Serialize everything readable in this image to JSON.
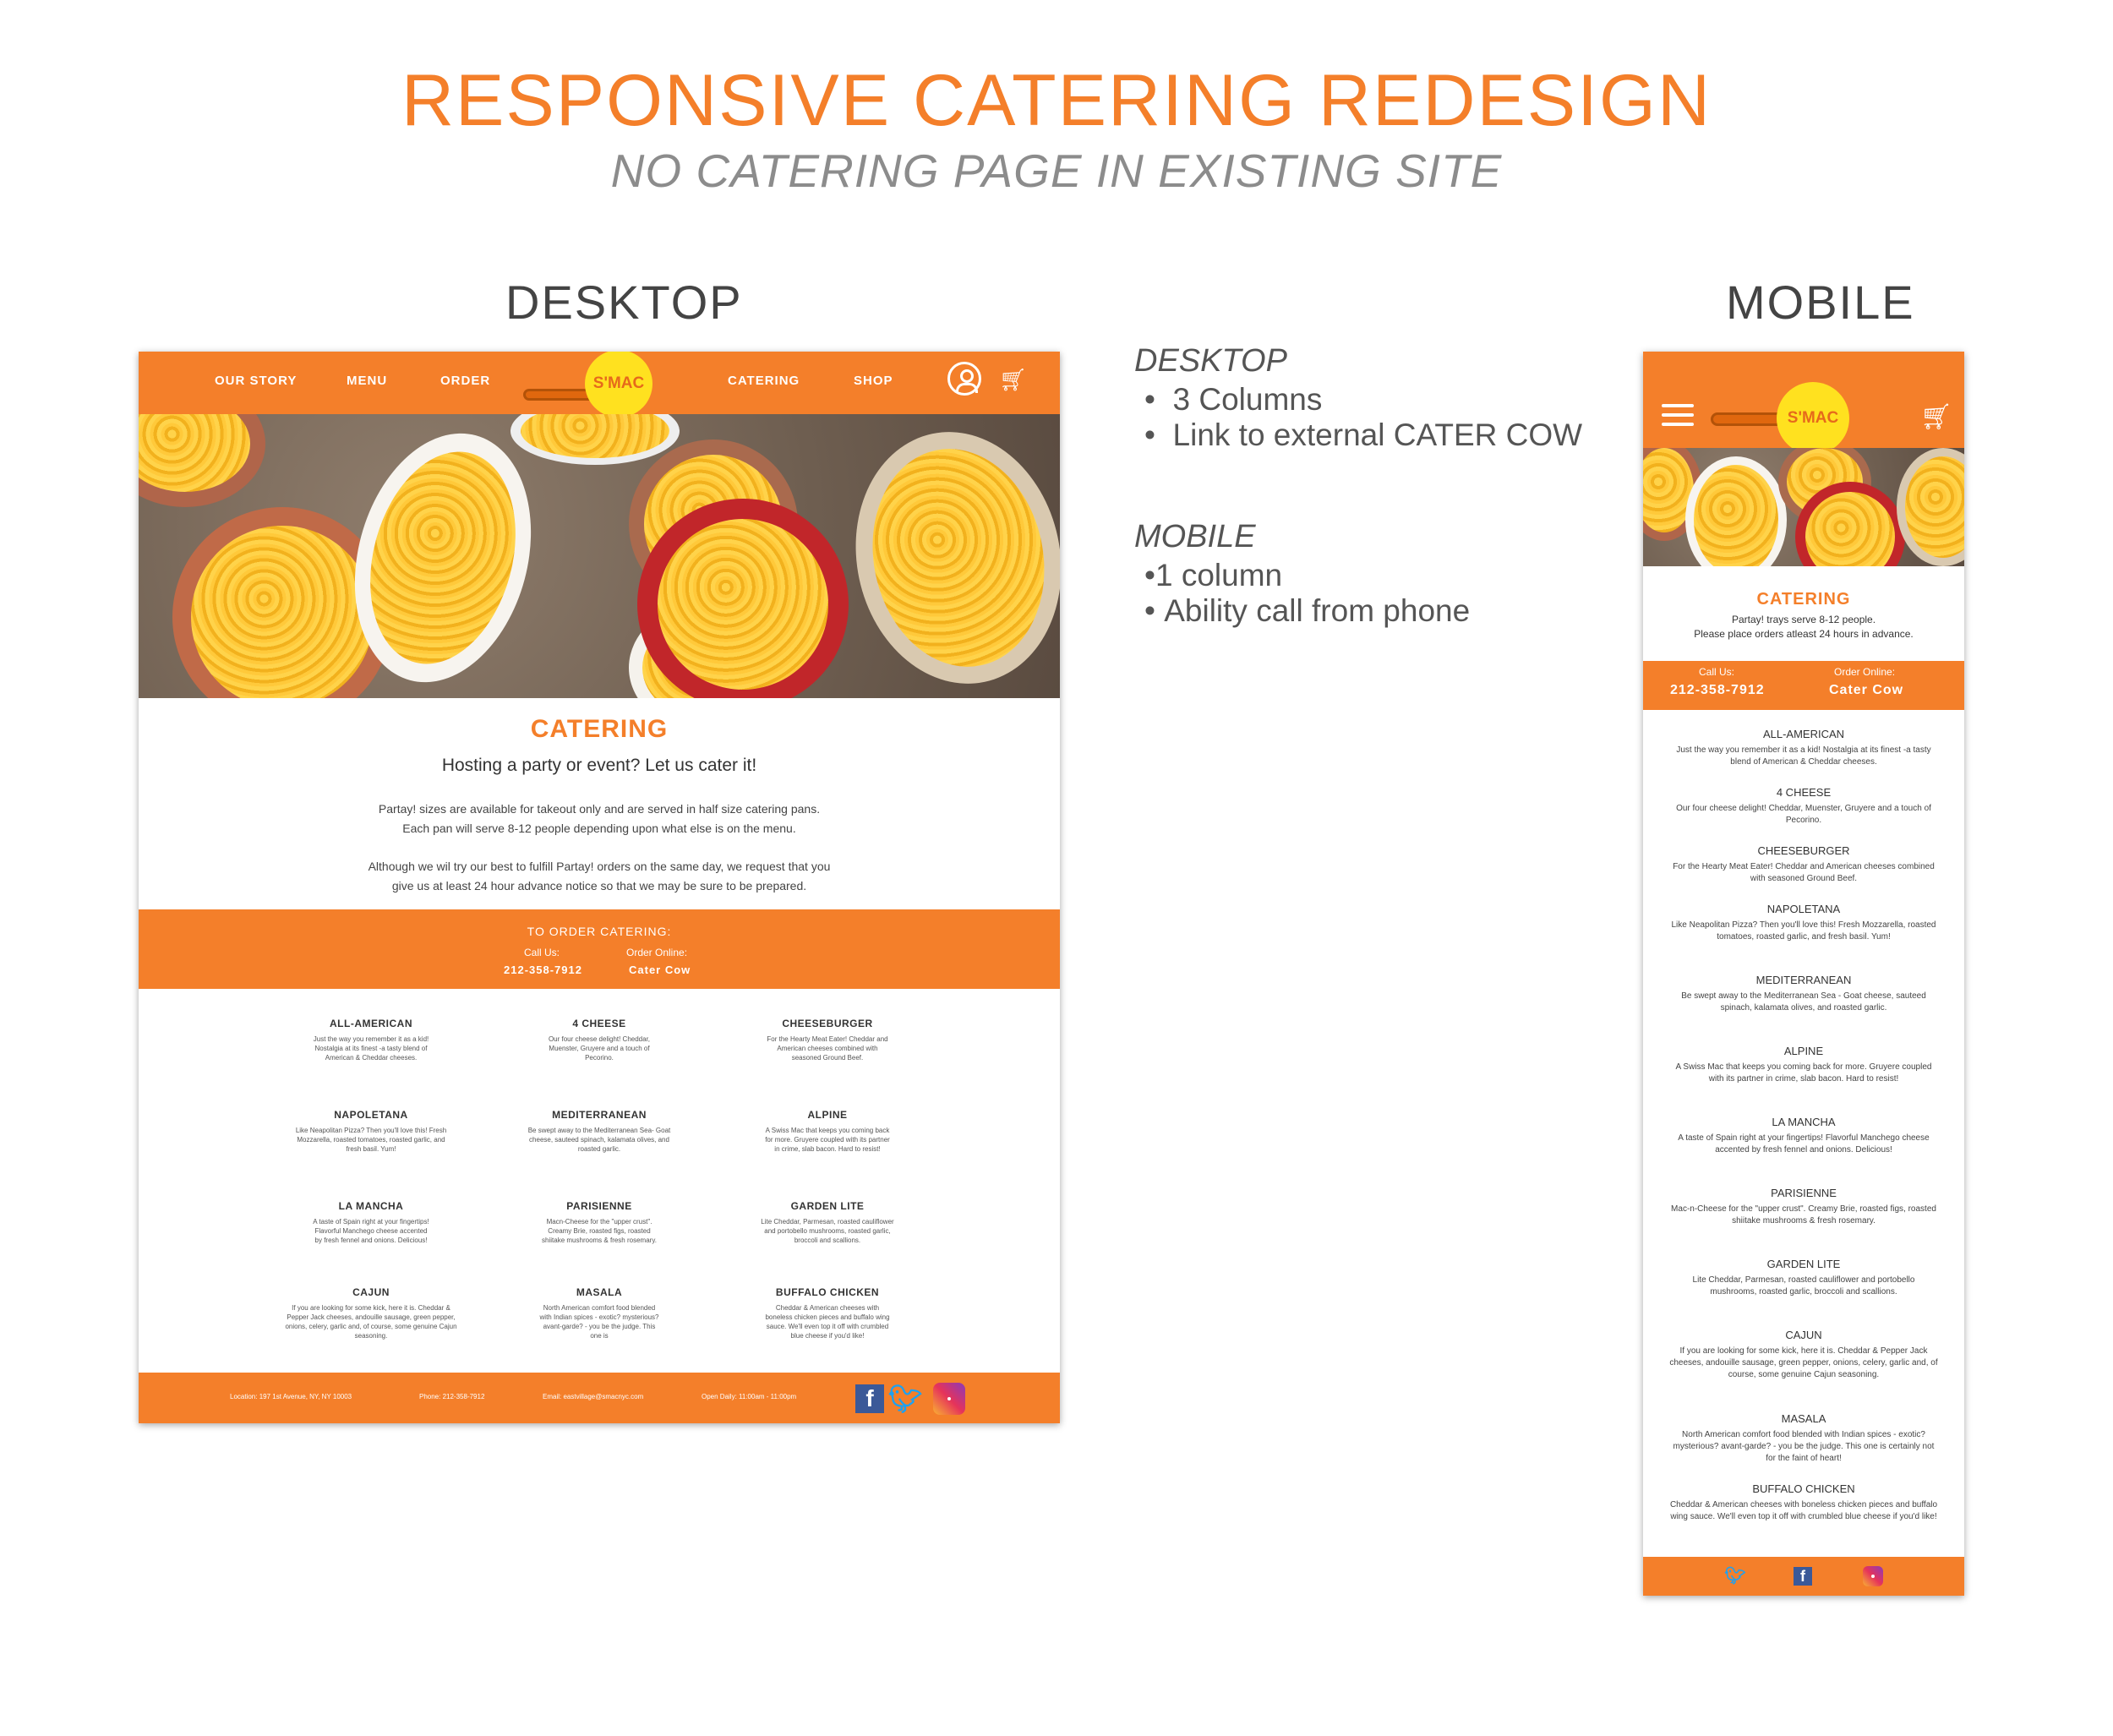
{
  "board": {
    "title": "RESPONSIVE CATERING REDESIGN",
    "subtitle": "NO CATERING PAGE IN EXISTING SITE",
    "desktop_label": "DESKTOP",
    "mobile_label": "MOBILE"
  },
  "colors": {
    "brand_orange": "#f47f2a",
    "logo_yellow": "#ffe11f",
    "text_dark": "#333333"
  },
  "logo": {
    "text": "S'MAC"
  },
  "desktop": {
    "nav": {
      "our_story": "OUR STORY",
      "menu": "MENU",
      "order": "ORDER",
      "catering": "CATERING",
      "shop": "SHOP"
    },
    "catering_title": "CATERING",
    "catering_subtitle": "Hosting a party or event? Let us cater it!",
    "para1_line1": "Partay! sizes are available for takeout only and are served in half size catering pans.",
    "para1_line2": "Each pan will serve 8-12 people depending upon what else is on the menu.",
    "para2_line1": "Although we wil try our best to fulfill Partay! orders on the same day, we request that you",
    "para2_line2": "give us at least 24 hour advance notice so that we may be sure to be prepared.",
    "order_heading": "TO ORDER CATERING:",
    "call_label": "Call Us:",
    "call_value": "212-358-7912",
    "online_label": "Order Online:",
    "online_value": "Cater Cow",
    "menu": [
      {
        "name": "ALL-AMERICAN",
        "desc": "Just the way you remember it as a kid! Nostalgia at its finest -a tasty blend of American & Cheddar cheeses."
      },
      {
        "name": "4 CHEESE",
        "desc": "Our four cheese delight! Cheddar, Muenster, Gruyere and a touch of Pecorino."
      },
      {
        "name": "CHEESEBURGER",
        "desc": "For the Hearty Meat Eater! Cheddar and American cheeses combined with seasoned Ground Beef."
      },
      {
        "name": "NAPOLETANA",
        "desc": "Like Neapolitan Pizza? Then you'll love this! Fresh Mozzarella, roasted tomatoes, roasted garlic, and fresh basil. Yum!"
      },
      {
        "name": "MEDITERRANEAN",
        "desc": "Be swept away to the Mediterranean Sea- Goat cheese, sauteed spinach, kalamata olives, and roasted garlic."
      },
      {
        "name": "ALPINE",
        "desc": "A Swiss Mac that keeps you coming back for more. Gruyere coupled with its partner in crime, slab bacon. Hard to resist!"
      },
      {
        "name": "LA MANCHA",
        "desc": "A taste of Spain right at your fingertips! Flavorful Manchego cheese accented by fresh fennel and onions. Delicious!"
      },
      {
        "name": "PARISIENNE",
        "desc": "Macn-Cheese for the \"upper crust\". Creamy Brie, roasted figs, roasted shiitake mushrooms & fresh rosemary."
      },
      {
        "name": "GARDEN LITE",
        "desc": "Lite Cheddar, Parmesan, roasted cauliflower and portobello mushrooms, roasted garlic, broccoli and scallions."
      },
      {
        "name": "CAJUN",
        "desc": "If you are looking for some kick, here it is. Cheddar & Pepper Jack cheeses, andouille sausage, green pepper, onions, celery, garlic and, of course, some genuine Cajun seasoning."
      },
      {
        "name": "MASALA",
        "desc": "North American comfort food blended with Indian spices - exotic? mysterious? avant-garde? - you be the judge. This one is"
      },
      {
        "name": "BUFFALO CHICKEN",
        "desc": "Cheddar & American cheeses with boneless chicken pieces and buffalo wing sauce. We'll even top it off with crumbled blue cheese if you'd like!"
      }
    ],
    "footer": {
      "location": "Location: 197 1st Avenue, NY, NY 10003",
      "phone": "Phone: 212-358-7912",
      "email": "Email: eastvillage@smacnyc.com",
      "hours": "Open Daily: 11:00am - 11:00pm"
    }
  },
  "notes": {
    "desktop_title": "DESKTOP",
    "desktop_items": [
      "3 Columns",
      "Link to external CATER COW"
    ],
    "mobile_title": "MOBILE",
    "mobile_items": [
      "1 column",
      "Ability call from phone"
    ]
  },
  "mobile": {
    "catering_title": "CATERING",
    "line1": "Partay! trays serve 8-12 people.",
    "line2": "Please place orders atleast 24 hours in advance.",
    "call_label": "Call Us:",
    "call_value": "212-358-7912",
    "online_label": "Order Online:",
    "online_value": "Cater Cow",
    "menu": [
      {
        "name": "ALL-AMERICAN",
        "desc": "Just the way you remember it as a kid! Nostalgia at its finest -a tasty blend of American & Cheddar cheeses."
      },
      {
        "name": "4 CHEESE",
        "desc": "Our four cheese delight! Cheddar, Muenster, Gruyere and a touch of Pecorino."
      },
      {
        "name": "CHEESEBURGER",
        "desc": "For the Hearty Meat Eater! Cheddar and American cheeses combined with seasoned Ground Beef."
      },
      {
        "name": "NAPOLETANA",
        "desc": "Like Neapolitan Pizza? Then you'll love this! Fresh Mozzarella, roasted tomatoes, roasted garlic, and fresh basil. Yum!"
      },
      {
        "name": "MEDITERRANEAN",
        "desc": "Be swept away to the Mediterranean Sea - Goat cheese, sauteed spinach, kalamata olives, and roasted garlic."
      },
      {
        "name": "ALPINE",
        "desc": "A Swiss Mac that keeps you coming back for more. Gruyere coupled with its partner in crime, slab bacon. Hard to resist!"
      },
      {
        "name": "LA MANCHA",
        "desc": "A taste of Spain right at your fingertips! Flavorful Manchego cheese accented by fresh fennel and onions. Delicious!"
      },
      {
        "name": "PARISIENNE",
        "desc": "Mac-n-Cheese for the \"upper crust\". Creamy Brie, roasted figs, roasted shiitake mushrooms & fresh rosemary."
      },
      {
        "name": "GARDEN LITE",
        "desc": "Lite Cheddar, Parmesan, roasted cauliflower and portobello mushrooms, roasted garlic, broccoli and scallions."
      },
      {
        "name": "CAJUN",
        "desc": "If you are looking for some kick, here it is. Cheddar & Pepper Jack cheeses, andouille sausage, green pepper, onions, celery, garlic and, of course, some genuine Cajun seasoning."
      },
      {
        "name": "MASALA",
        "desc": "North American comfort food blended with Indian spices - exotic? mysterious? avant-garde? - you be the judge. This one is certainly not for the faint of heart!"
      },
      {
        "name": "BUFFALO CHICKEN",
        "desc": "Cheddar & American cheeses with boneless chicken pieces and buffalo wing sauce. We'll even top it off with crumbled blue cheese if you'd like!"
      }
    ]
  },
  "icons": [
    "user-icon",
    "cart-icon",
    "hamburger-menu-icon",
    "facebook-icon",
    "twitter-icon",
    "instagram-icon"
  ]
}
